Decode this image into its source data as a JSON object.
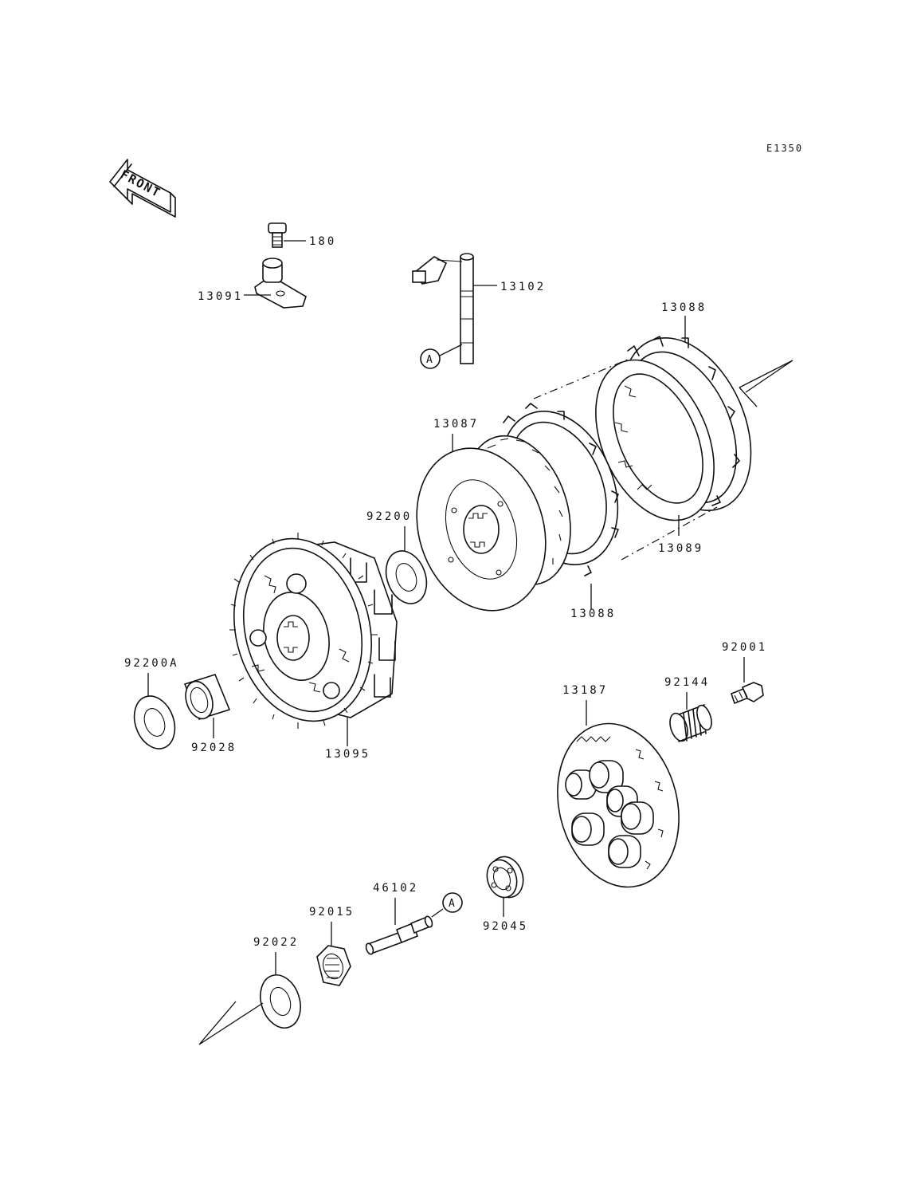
{
  "diagram_code": "E1350",
  "front_label": "FRONT",
  "ref_marker": "A",
  "parts": {
    "p180": "180",
    "p13091": "13091",
    "p13102": "13102",
    "p13088_top": "13088",
    "p13087": "13087",
    "p92200": "92200",
    "p13089": "13089",
    "p13088_bottom": "13088",
    "p92200A": "92200A",
    "p92028": "92028",
    "p13095": "13095",
    "p92001": "92001",
    "p92144": "92144",
    "p13187": "13187",
    "p46102": "46102",
    "p92015": "92015",
    "p92045": "92045",
    "p92022": "92022"
  }
}
